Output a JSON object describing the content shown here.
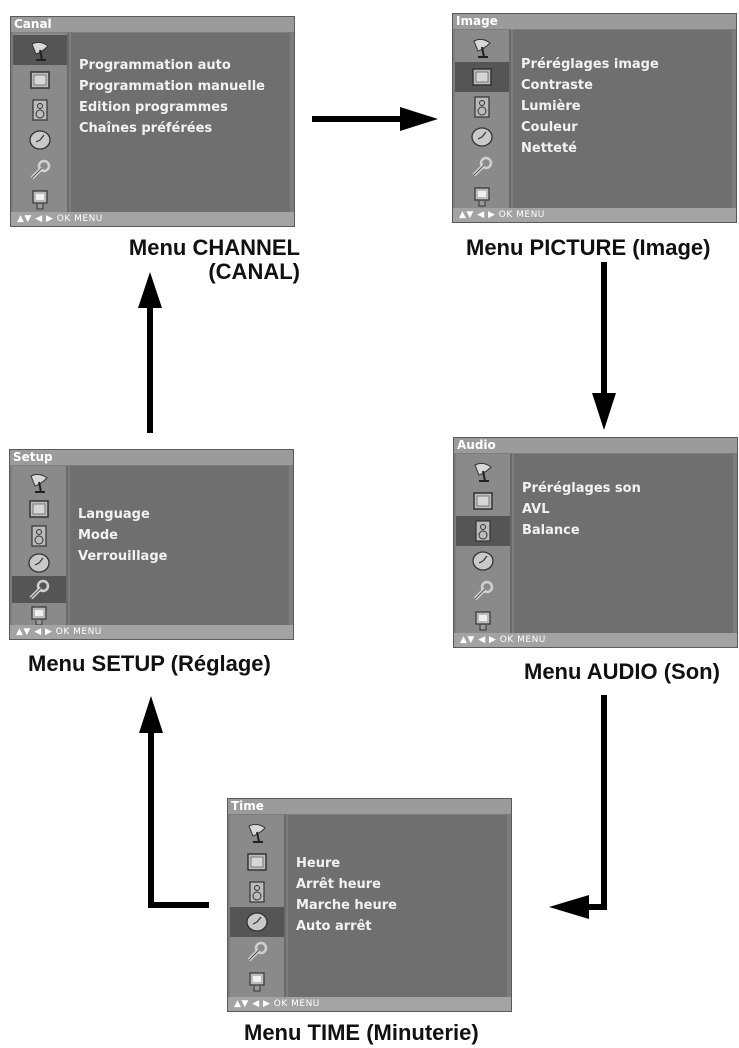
{
  "footer_hint": "▲▼ ◀ ▶  OK  MENU",
  "icons": [
    "satellite-icon",
    "picture-icon",
    "speaker-icon",
    "clock-icon",
    "wrench-icon",
    "pc-icon"
  ],
  "menus": {
    "channel": {
      "title": "Canal",
      "items": [
        "Programmation auto",
        "Programmation manuelle",
        "Edition programmes",
        "Chaînes préférées"
      ],
      "caption_line1": "Menu CHANNEL",
      "caption_line2": "(CANAL)"
    },
    "picture": {
      "title": "Image",
      "items": [
        "Préréglages image",
        "Contraste",
        "Lumière",
        "Couleur",
        "Netteté"
      ],
      "caption": "Menu PICTURE (Image)"
    },
    "audio": {
      "title": "Audio",
      "items": [
        "Préréglages son",
        "AVL",
        "Balance"
      ],
      "caption": "Menu AUDIO (Son)"
    },
    "time": {
      "title": "Time",
      "items": [
        "Heure",
        "Arrêt heure",
        "Marche heure",
        "Auto arrêt"
      ],
      "caption": "Menu TIME (Minuterie)"
    },
    "setup": {
      "title": "Setup",
      "items": [
        "Language",
        "Mode",
        "Verrouillage"
      ],
      "caption": "Menu SETUP (Réglage)"
    }
  }
}
